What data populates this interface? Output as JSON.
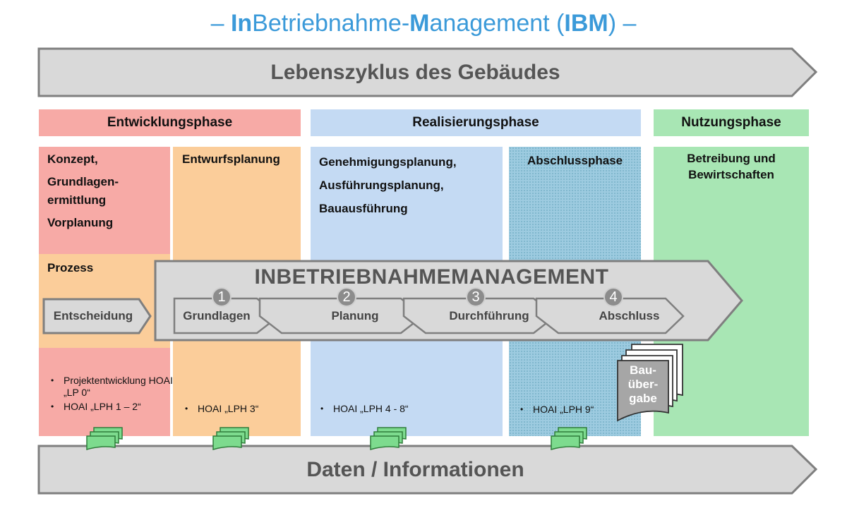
{
  "title": {
    "dash_left": "– ",
    "segments": [
      {
        "t": "In",
        "bold": true
      },
      {
        "t": "Betriebnahme-",
        "bold": false
      },
      {
        "t": "M",
        "bold": true
      },
      {
        "t": "anagement (",
        "bold": false
      },
      {
        "t": "IBM",
        "bold": true
      },
      {
        "t": ") –",
        "bold": false
      }
    ],
    "color": "#3b9ad9"
  },
  "lifecycle_label": "Lebenszyklus des Gebäudes",
  "data_label": "Daten / Informationen",
  "phases": {
    "entwicklung": "Entwicklungsphase",
    "realisierung": "Realisierungsphase",
    "nutzung": "Nutzungsphase"
  },
  "columns": {
    "col1": [
      "Konzept,",
      "Grundlagen-",
      "ermittlung",
      "Vorplanung"
    ],
    "col2": [
      "Entwurfsplanung"
    ],
    "col3": [
      "Genehmigungsplanung,",
      "Ausführungsplanung,",
      "Bauausführung"
    ],
    "col4": [
      "Abschlussphase"
    ],
    "col5": [
      "Betreibung und",
      "Bewirtschaften"
    ]
  },
  "process": {
    "label": "Prozess",
    "decision": "Entscheidung",
    "ibm_title": "INBETRIEBNAHMEMANAGEMENT",
    "steps": [
      {
        "num": "1",
        "label": "Grundlagen"
      },
      {
        "num": "2",
        "label": "Planung"
      },
      {
        "num": "3",
        "label": "Durchführung"
      },
      {
        "num": "4",
        "label": "Abschluss"
      }
    ]
  },
  "bullets": {
    "col1": [
      "Projektentwicklung HOAI „LP 0“",
      "HOAI „LPH 1 – 2“"
    ],
    "col2": [
      "HOAI „LPH 3“"
    ],
    "col3": [
      "HOAI „LPH 4 - 8“"
    ],
    "col4": [
      "HOAI „LPH 9“"
    ]
  },
  "handover": [
    "Bau-",
    "über-",
    "gabe"
  ],
  "colors": {
    "red": "#f7aaa6",
    "orange": "#fbcd9a",
    "blue": "#c4daf3",
    "dotted_blue": "#9dcbe0",
    "green": "#a8e6b4",
    "arrow_fill": "#d9d9d9",
    "arrow_stroke": "#7f7f7f",
    "doc_green": "#7ddb8e"
  }
}
